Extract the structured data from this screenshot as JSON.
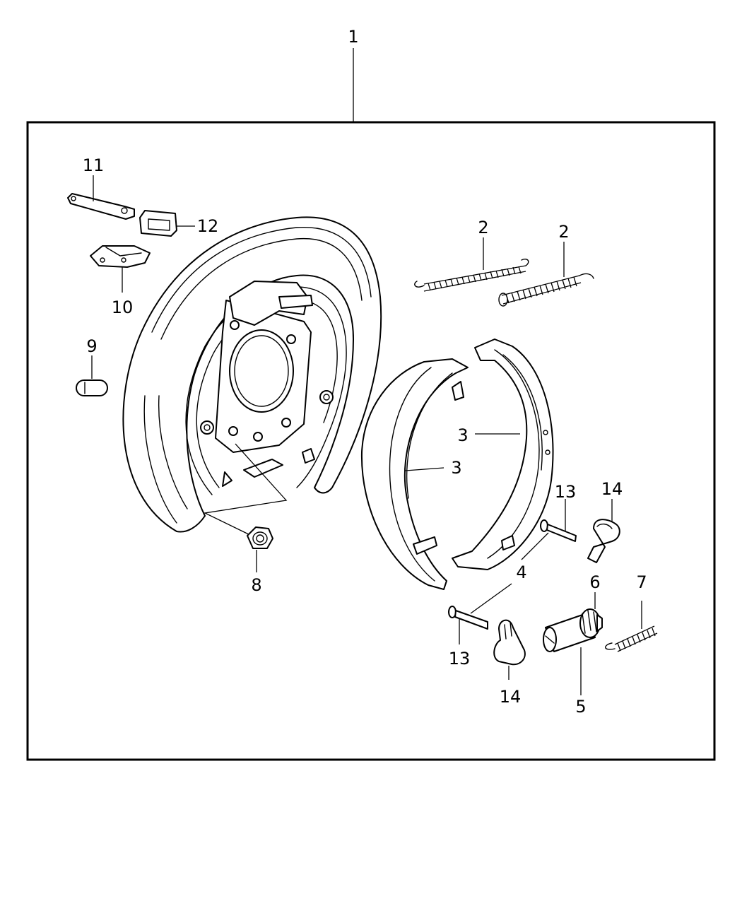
{
  "callouts": {
    "c1": "1",
    "c2a": "2",
    "c2b": "2",
    "c3a": "3",
    "c3b": "3",
    "c4": "4",
    "c5": "5",
    "c6": "6",
    "c7": "7",
    "c8": "8",
    "c9": "9",
    "c10": "10",
    "c11": "11",
    "c12": "12",
    "c13a": "13",
    "c13b": "13",
    "c14a": "14",
    "c14b": "14"
  }
}
